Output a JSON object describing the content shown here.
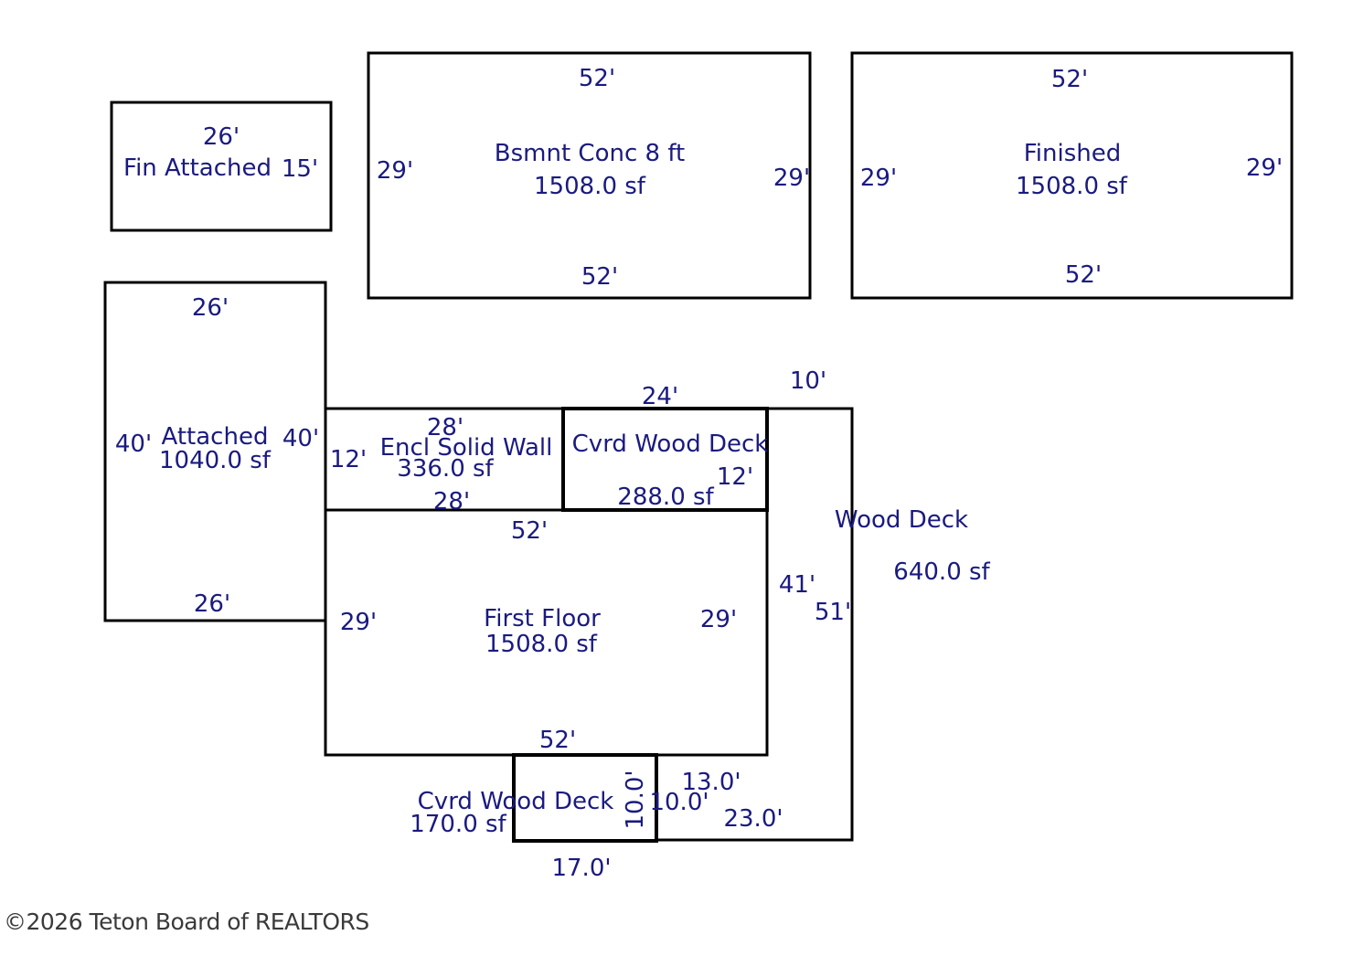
{
  "rooms": {
    "fin_attached": {
      "top": "26'",
      "name": "Fin Attached",
      "right": "15'"
    },
    "basement": {
      "top": "52'",
      "name": "Bsmnt Conc 8 ft",
      "area": "1508.0 sf",
      "left": "29'",
      "right": "29'",
      "bottom": "52'"
    },
    "finished": {
      "top": "52'",
      "name": "Finished",
      "area": "1508.0 sf",
      "left": "29'",
      "right": "29'",
      "bottom": "52'"
    },
    "attached": {
      "top": "26'",
      "name": "Attached",
      "area": "1040.0 sf",
      "left": "40'",
      "right": "40'",
      "bottom": "26'"
    },
    "encl_solid_wall": {
      "top": "28'",
      "name": "Encl Solid Wall",
      "area": "336.0 sf",
      "left": "12'",
      "bottom": "28'"
    },
    "cvrd_wood_deck_top": {
      "top": "24'",
      "name": "Cvrd Wood Deck",
      "area": "288.0 sf",
      "right": "12'"
    },
    "wood_deck": {
      "top": "10'",
      "name": "Wood Deck",
      "area": "640.0 sf",
      "inner": "41'",
      "outer": "51'",
      "bottom_right": "23.0'",
      "step": "13.0'"
    },
    "first_floor": {
      "top": "52'",
      "name": "First Floor",
      "area": "1508.0 sf",
      "left": "29'",
      "right": "29'",
      "bottom": "52'"
    },
    "cvrd_wood_deck_bottom": {
      "name": "Cvrd Wood Deck",
      "area": "170.0 sf",
      "right_vertical": "10.0'",
      "right": "10.0'",
      "bottom": "17.0'"
    }
  },
  "watermark": "©2026 Teton Board of REALTORS"
}
